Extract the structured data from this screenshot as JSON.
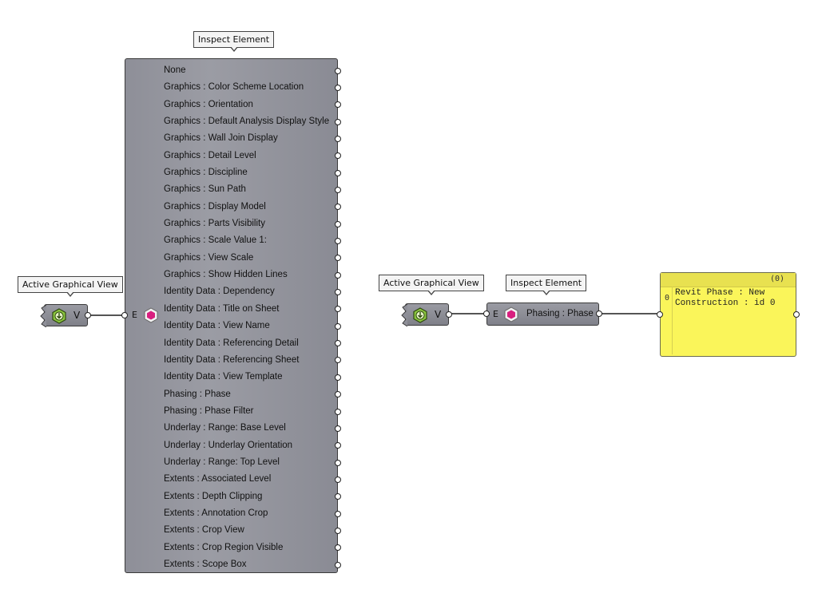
{
  "canvas": {
    "left_group": {
      "tag_view": "Active Graphical View",
      "tag_inspect": "Inspect Element",
      "param_label": "V",
      "input_label": "E",
      "outputs": [
        "None",
        "Graphics : Color Scheme Location",
        "Graphics : Orientation",
        "Graphics : Default Analysis Display Style",
        "Graphics : Wall Join Display",
        "Graphics : Detail Level",
        "Graphics : Discipline",
        "Graphics : Sun Path",
        "Graphics : Display Model",
        "Graphics : Parts Visibility",
        "Graphics : Scale Value    1:",
        "Graphics : View Scale",
        "Graphics : Show Hidden Lines",
        "Identity Data : Dependency",
        "Identity Data : Title on Sheet",
        "Identity Data : View Name",
        "Identity Data : Referencing Detail",
        "Identity Data : Referencing Sheet",
        "Identity Data : View Template",
        "Phasing : Phase",
        "Phasing : Phase Filter",
        "Underlay : Range: Base Level",
        "Underlay : Underlay Orientation",
        "Underlay : Range: Top Level",
        "Extents : Associated Level",
        "Extents : Depth Clipping",
        "Extents : Annotation Crop",
        "Extents : Crop View",
        "Extents : Crop Region Visible",
        "Extents : Scope Box"
      ]
    },
    "right_group": {
      "tag_view": "Active Graphical View",
      "tag_inspect": "Inspect Element",
      "param_label": "V",
      "input_label": "E",
      "output_label": "Phasing : Phase",
      "panel": {
        "count": "(0)",
        "index": "0",
        "text": "Revit Phase : New Construction : id 0"
      }
    },
    "colors": {
      "component": "#8e8f98",
      "panel": "#faf55a",
      "hex_icon": "#d8207f",
      "param_icon": "#8cc63f"
    },
    "icons": {
      "param": "download-hex-icon",
      "component": "magenta-hex-icon"
    }
  }
}
